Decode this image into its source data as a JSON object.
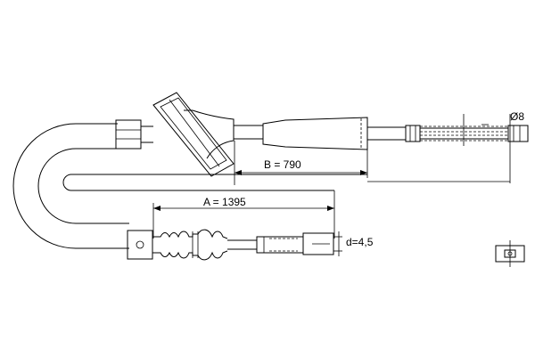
{
  "diagram": {
    "dimension_a": "A = 1395",
    "dimension_b": "B = 790",
    "outer_diameter": "Ø8",
    "wire_diameter": "d=4,5"
  }
}
